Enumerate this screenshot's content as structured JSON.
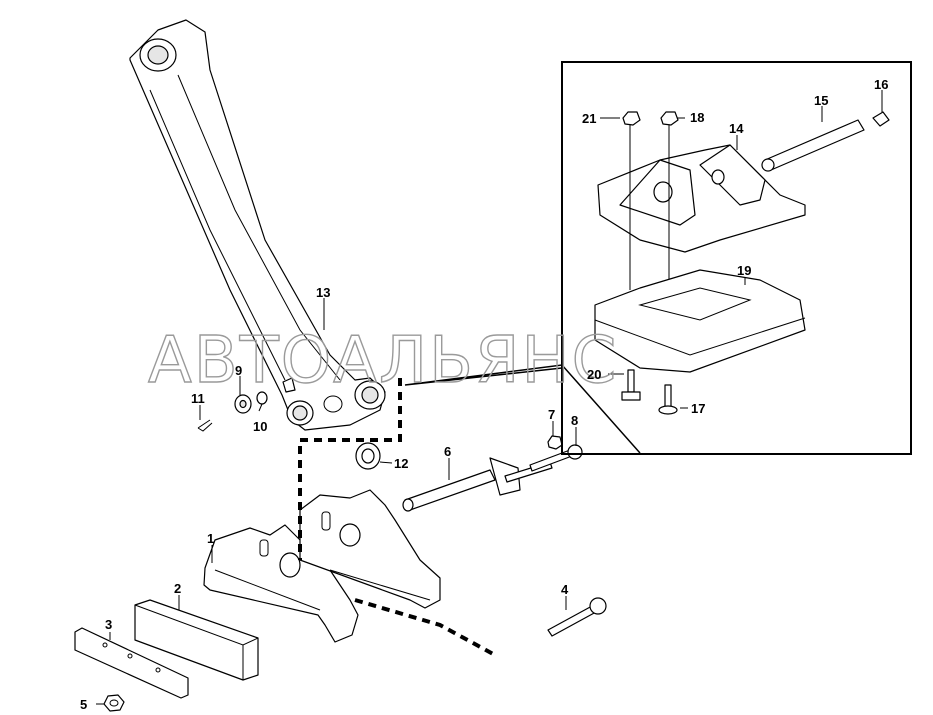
{
  "watermark": "АВТОАЛЬЯНС",
  "callouts": {
    "p1": "1",
    "p2": "2",
    "p3": "3",
    "p4": "4",
    "p5": "5",
    "p6": "6",
    "p7": "7",
    "p8": "8",
    "p9": "9",
    "p10": "10",
    "p11": "11",
    "p12": "12",
    "p13": "13",
    "p14": "14",
    "p15": "15",
    "p16": "16",
    "p17": "17",
    "p18": "18",
    "p19": "19",
    "p20": "20",
    "p21": "21"
  }
}
